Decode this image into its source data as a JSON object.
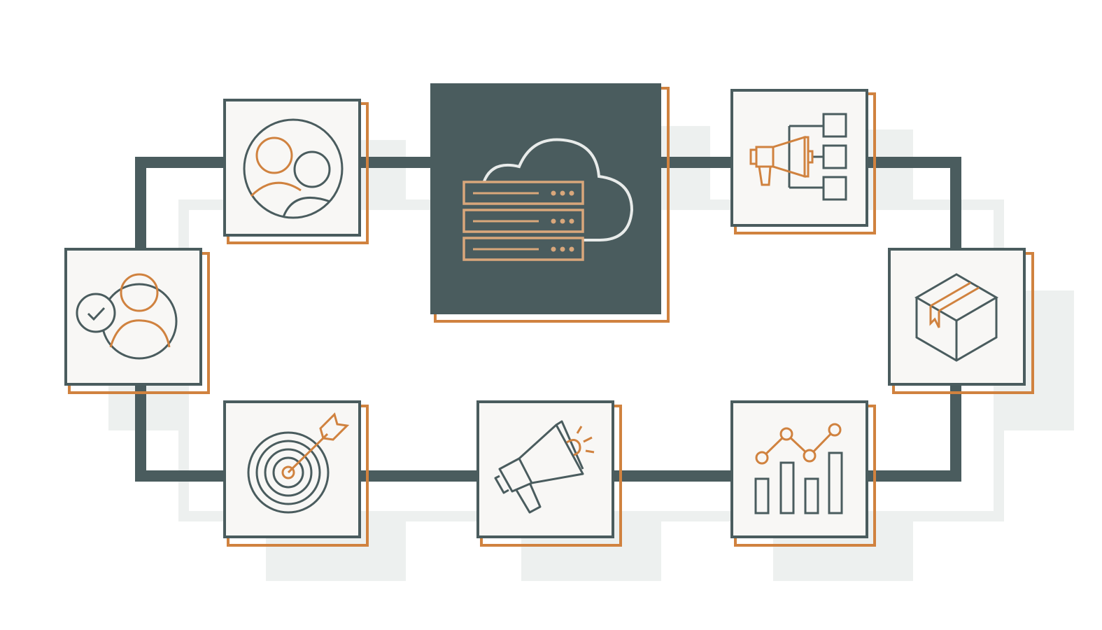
{
  "colors": {
    "dark": "#4a5c5e",
    "accent": "#d0823f",
    "accent_fill": "#d9a77b",
    "tile_bg": "#f8f7f5",
    "ghost": "#edf0ef",
    "cloud_stroke": "#e8ebea"
  },
  "nodes": [
    {
      "id": "team",
      "icon": "team-users-icon"
    },
    {
      "id": "cloud-hub",
      "icon": "cloud-server-icon"
    },
    {
      "id": "marketing-flow",
      "icon": "megaphone-flowchart-icon"
    },
    {
      "id": "user-verified",
      "icon": "user-check-icon"
    },
    {
      "id": "package",
      "icon": "package-box-icon"
    },
    {
      "id": "target",
      "icon": "target-arrow-icon"
    },
    {
      "id": "announce",
      "icon": "megaphone-icon"
    },
    {
      "id": "analytics",
      "icon": "bar-line-chart-icon"
    }
  ]
}
